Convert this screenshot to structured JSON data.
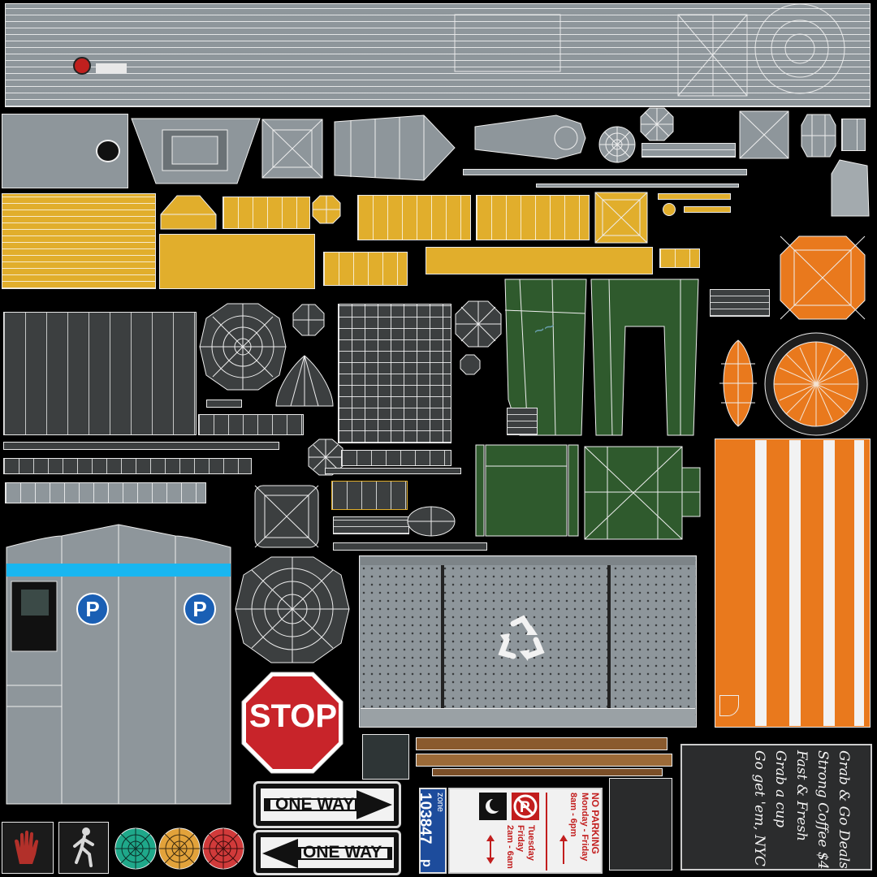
{
  "canvas_label": "",
  "signs": {
    "stop": "STOP",
    "one_way_right": "ONE WAY",
    "one_way_left": "ONE WAY",
    "parking_p_left": "P",
    "parking_p_right": "P",
    "zone_label": "zone",
    "zone_number": "103847",
    "zone_suffix": "p",
    "no_parking_title": "NO PARKING",
    "no_parking_days": "Monday - Friday",
    "no_parking_hours": "8am - 6pm",
    "tuesday_day": "Tuesday",
    "tuesday_day2": "Friday",
    "tuesday_hours": "2am - 6am"
  },
  "chalkboard": {
    "lines": [
      "Grab & Go Deals",
      "Strong Coffee $4",
      "Fast & Fresh",
      "Grab a cup",
      "Go get 'em, NYC"
    ]
  },
  "colors": {
    "background": "#000000",
    "metal_gray": "#8e969b",
    "dark_gray": "#3c3f40",
    "yellow": "#e1ae2c",
    "orange": "#e9791d",
    "green": "#2f5a2d",
    "stop_red": "#c8242a",
    "parking_blue": "#1a5fb4",
    "stripe_cyan": "#19b6f0",
    "signal_green": "#1fa88a",
    "signal_amber": "#e2a23a",
    "signal_red": "#d13a3a"
  },
  "icons": {
    "recycle": "recycle-icon",
    "hand": "hand-stop-icon",
    "walk": "pedestrian-walk-icon",
    "arrow_right": "arrow-right-icon",
    "arrow_left": "arrow-left-icon"
  }
}
